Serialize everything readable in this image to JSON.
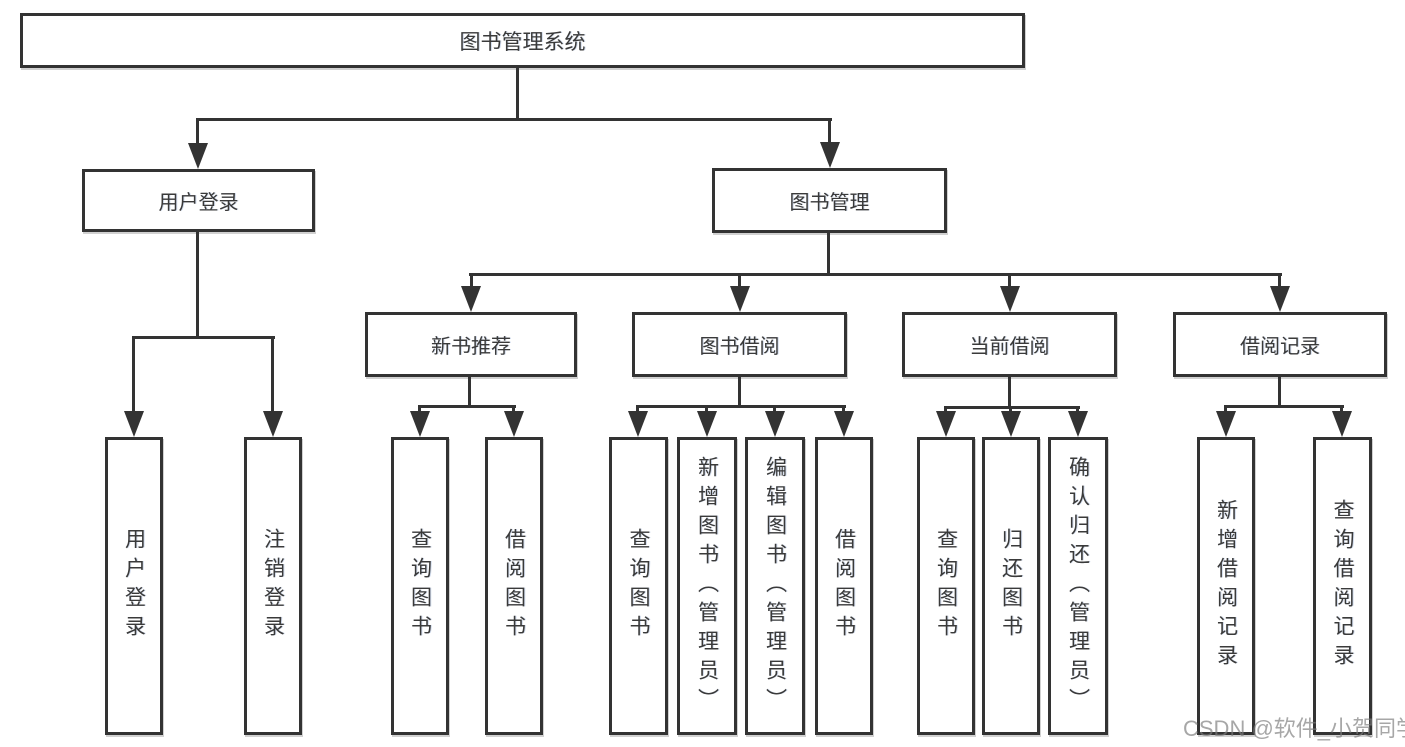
{
  "diagram": {
    "root_label": "图书管理系统",
    "branches": {
      "user_login": {
        "label": "用户登录",
        "children": [
          "用户登录",
          "注销登录"
        ]
      },
      "book_management": {
        "label": "图书管理",
        "sections": {
          "new_book_recommend": {
            "label": "新书推荐",
            "children": [
              "查询图书",
              "借阅图书"
            ]
          },
          "book_borrowing": {
            "label": "图书借阅",
            "children": [
              "查询图书",
              "新增图书（管理员）",
              "编辑图书（管理员）",
              "借阅图书"
            ]
          },
          "current_borrowing": {
            "label": "当前借阅",
            "children": [
              "查询图书",
              "归还图书",
              "确认归还（管理员）"
            ]
          },
          "borrowing_records": {
            "label": "借阅记录",
            "children": [
              "新增借阅记录",
              "查询借阅记录"
            ]
          }
        }
      }
    }
  },
  "watermark": "CSDN @软件_小贺同学",
  "colors": {
    "line": "#333333",
    "text": "#3a3a3a",
    "background": "#ffffff",
    "watermark": "#7d7d7d"
  }
}
